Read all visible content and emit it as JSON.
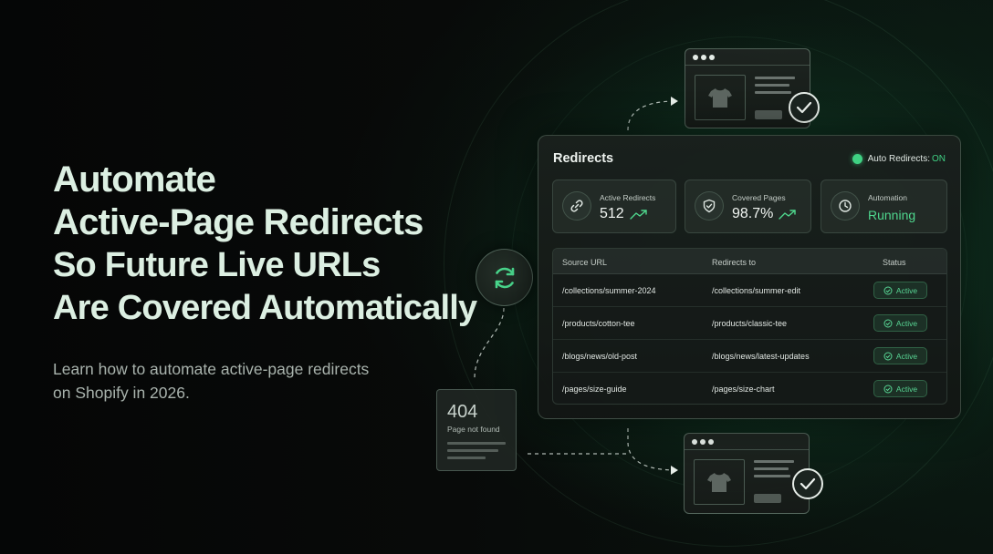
{
  "headline": {
    "line1": "Automate",
    "line2": "Active-Page Redirects",
    "line3": "So Future Live URLs",
    "line4": "Are Covered Automatically"
  },
  "subtext": {
    "line1": "Learn how to automate active-page redirects",
    "line2": "on Shopify in 2026."
  },
  "panel": {
    "title": "Redirects",
    "auto_label": "Auto Redirects:",
    "auto_value": "ON",
    "stats": [
      {
        "label": "Active Redirects",
        "value": "512",
        "icon": "link-icon"
      },
      {
        "label": "Covered Pages",
        "value": "98.7%",
        "icon": "shield-icon"
      },
      {
        "label": "Automation",
        "value": "Running",
        "icon": "clock-icon"
      }
    ],
    "table": {
      "headers": [
        "Source URL",
        "Redirects to",
        "Status"
      ],
      "rows": [
        {
          "source": "/collections/summer-2024",
          "target": "/collections/summer-edit",
          "status": "Active"
        },
        {
          "source": "/products/cotton-tee",
          "target": "/products/classic-tee",
          "status": "Active"
        },
        {
          "source": "/blogs/news/old-post",
          "target": "/blogs/news/latest-updates",
          "status": "Active"
        },
        {
          "source": "/pages/size-guide",
          "target": "/pages/size-chart",
          "status": "Active"
        }
      ]
    }
  },
  "error_card": {
    "code": "404",
    "text": "Page not found"
  },
  "colors": {
    "accent_green": "#3fd183",
    "background": "#070908"
  }
}
